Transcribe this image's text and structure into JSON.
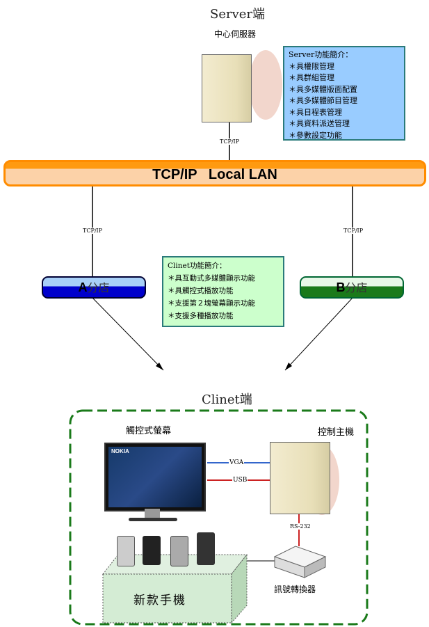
{
  "server_section": {
    "title": "Server端",
    "server_label": "中心伺服器"
  },
  "server_features": {
    "heading": "Server功能簡介：",
    "items": [
      "＊具權限管理",
      "＊具群組管理",
      "＊具多媒體版面配置",
      "＊具多媒體節目管理",
      "＊具日程表管理",
      "＊具資料派送管理",
      "＊參數設定功能"
    ]
  },
  "lan": {
    "label": "TCP/IP   Local LAN",
    "color": "#ff8c00"
  },
  "connection_labels": {
    "server": "TCP/IP",
    "a": "TCP/IP",
    "b": "TCP/IP"
  },
  "branches": {
    "a": {
      "letter": "A",
      "label": "分店",
      "color": "#0000cc"
    },
    "b": {
      "letter": "B",
      "label": "分店",
      "color": "#1a7a1a"
    }
  },
  "client_features": {
    "heading": "Clinet功能簡介：",
    "items": [
      "＊具互動式多媒體顯示功能",
      "＊具觸控式播放功能",
      "＊支援第２塊螢幕顯示功能",
      "＊支援多種播放功能"
    ]
  },
  "client_section": {
    "title": "Clinet端",
    "monitor_label": "觸控式螢幕",
    "host_label": "控制主機",
    "vga": "VGA",
    "usb": "USB",
    "rs232": "RS-232",
    "converter_label": "訊號轉換器",
    "phones_label": "新款手機",
    "screen_brand": "NOKIA"
  }
}
